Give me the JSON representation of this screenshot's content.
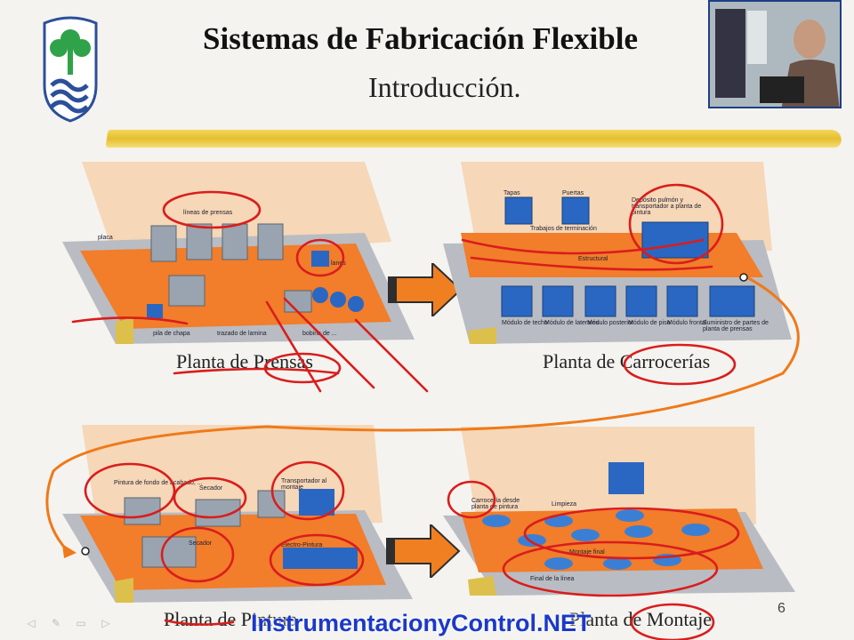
{
  "slide": {
    "title": "Sistemas de Fabricación Flexible",
    "subtitle": "Introducción.",
    "page_number": "6",
    "watermark": "InstrumentacionyControl.NET"
  },
  "panels": {
    "prensas": {
      "caption": "Planta de Prensas",
      "labels": [
        "líneas de prensas",
        "placa",
        "lanes",
        "pila de chapa",
        "trazado de lamina",
        "bobina de ..."
      ]
    },
    "carrocerias": {
      "caption": "Planta de Carrocerías",
      "labels": [
        "Tapas",
        "Puertas",
        "Trabajos de terminación",
        "Depósito pulmón y transportador a planta de pintura",
        "Estructural",
        "Módulo de techo",
        "Módulo de laterales",
        "Módulo posterior",
        "Módulo de piso",
        "Módulo frontal",
        "Suministro de partes de planta de prensas"
      ]
    },
    "pintura": {
      "caption": "Planta de Pintura",
      "labels": [
        "Pintura de fondo de acabado, ...",
        "Secador",
        "Transportador al montaje",
        "Secador",
        "Electro-Pintura"
      ]
    },
    "montaje": {
      "caption": "Planta de Montaje",
      "labels": [
        "Carrocería desde planta de pintura",
        "Limpieza",
        "Montaje final",
        "Final de la línea"
      ]
    }
  },
  "nav": {
    "prev_icon": "arrow-left-icon",
    "pen_icon": "pen-icon",
    "menu_icon": "menu-icon",
    "next_icon": "arrow-right-icon"
  },
  "colors": {
    "highlight": "#e8c22a",
    "annotation_red": "#d91d1d",
    "annotation_orange": "#ee7a1a",
    "watermark": "#1b39c9",
    "floor_orange": "#f27d2a"
  }
}
